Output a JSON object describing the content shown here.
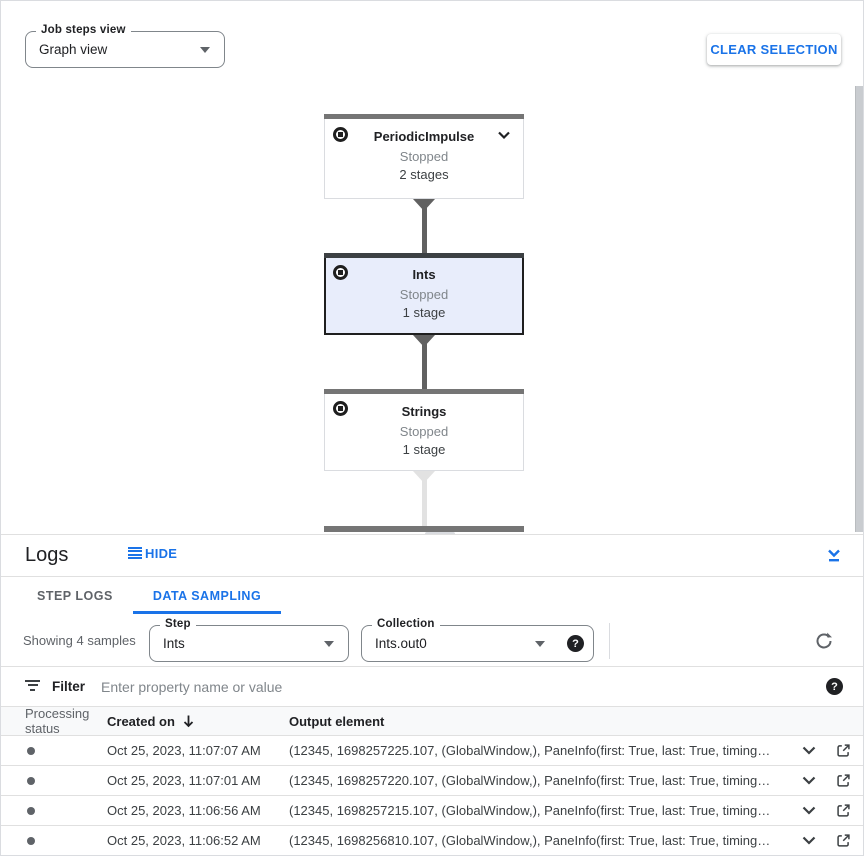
{
  "colors": {
    "accent": "#1a73e8",
    "node_bar": "#757575",
    "selected_node_bg": "#e8edfb",
    "status_muted": "#80868b"
  },
  "icons": {
    "help_glyph": "?"
  },
  "toolbar": {
    "job_steps_view_label": "Job steps view",
    "job_steps_view_value": "Graph view",
    "clear_selection_label": "CLEAR SELECTION"
  },
  "graph": {
    "nodes": [
      {
        "name": "PeriodicImpulse",
        "status": "Stopped",
        "stages": "2 stages",
        "selected": false,
        "expandable": true
      },
      {
        "name": "Ints",
        "status": "Stopped",
        "stages": "1 stage",
        "selected": true,
        "expandable": false
      },
      {
        "name": "Strings",
        "status": "Stopped",
        "stages": "1 stage",
        "selected": false,
        "expandable": false
      }
    ]
  },
  "logs": {
    "title": "Logs",
    "hide_label": "HIDE",
    "tabs": [
      {
        "label": "STEP LOGS",
        "active": false
      },
      {
        "label": "DATA SAMPLING",
        "active": true
      }
    ],
    "sampling": {
      "showing_text": "Showing 4 samples",
      "step_label": "Step",
      "step_value": "Ints",
      "collection_label": "Collection",
      "collection_value": "Ints.out0"
    },
    "filter": {
      "label": "Filter",
      "placeholder": "Enter property name or value"
    },
    "table": {
      "columns": {
        "status": "Processing status",
        "created": "Created on",
        "output": "Output element"
      },
      "rows": [
        {
          "created": "Oct 25, 2023, 11:07:07 AM",
          "output": "(12345, 1698257225.107, (GlobalWindow,), PaneInfo(first: True, last: True, timing…"
        },
        {
          "created": "Oct 25, 2023, 11:07:01 AM",
          "output": "(12345, 1698257220.107, (GlobalWindow,), PaneInfo(first: True, last: True, timing…"
        },
        {
          "created": "Oct 25, 2023, 11:06:56 AM",
          "output": "(12345, 1698257215.107, (GlobalWindow,), PaneInfo(first: True, last: True, timing…"
        },
        {
          "created": "Oct 25, 2023, 11:06:52 AM",
          "output": "(12345, 1698256810.107, (GlobalWindow,), PaneInfo(first: True, last: True, timing…"
        }
      ]
    }
  }
}
